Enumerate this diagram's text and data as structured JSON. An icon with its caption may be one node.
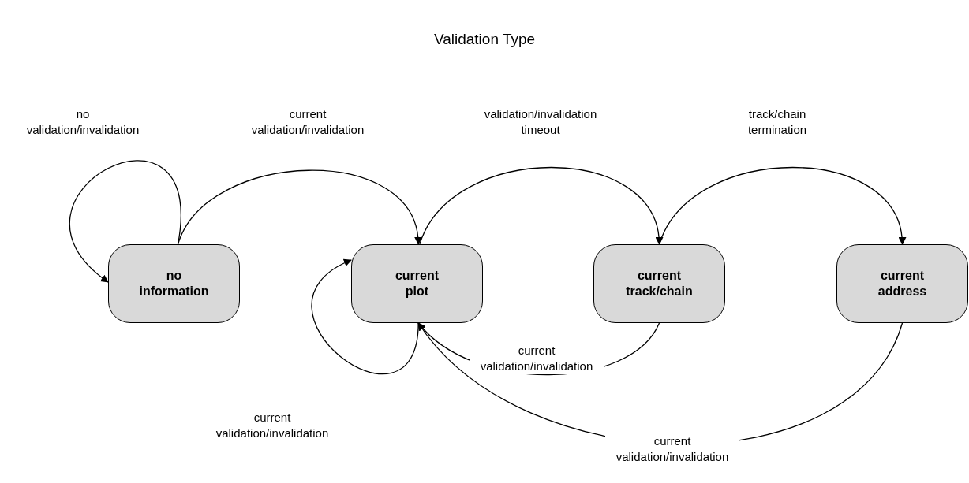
{
  "diagram": {
    "title": "Validation Type",
    "nodes": [
      {
        "text": [
          "no information"
        ]
      },
      {
        "text": [
          "current plot"
        ]
      },
      {
        "text": [
          "current track/chain"
        ]
      },
      {
        "text": [
          "current address"
        ]
      }
    ],
    "edges": [
      {
        "from": 0,
        "to": 0,
        "arrow": "to",
        "label": "no validation/invalidation"
      },
      {
        "from": 0,
        "to": 1,
        "arrow": "to",
        "label": "current validation/invalidation"
      },
      {
        "from": 1,
        "to": 2,
        "arrow": "to",
        "label": "validation/invalidation timeout"
      },
      {
        "from": 2,
        "to": 3,
        "arrow": "to",
        "label": "track/chain termination"
      },
      {
        "from": 2,
        "to": 1,
        "arrow": "to",
        "label": "current validation/invalidation"
      },
      {
        "from": 1,
        "to": 1,
        "arrow": "to",
        "label": "current validation/invalidation"
      },
      {
        "from": 3,
        "to": 1,
        "arrow": "to",
        "label": "current validation/invalidation"
      }
    ]
  }
}
